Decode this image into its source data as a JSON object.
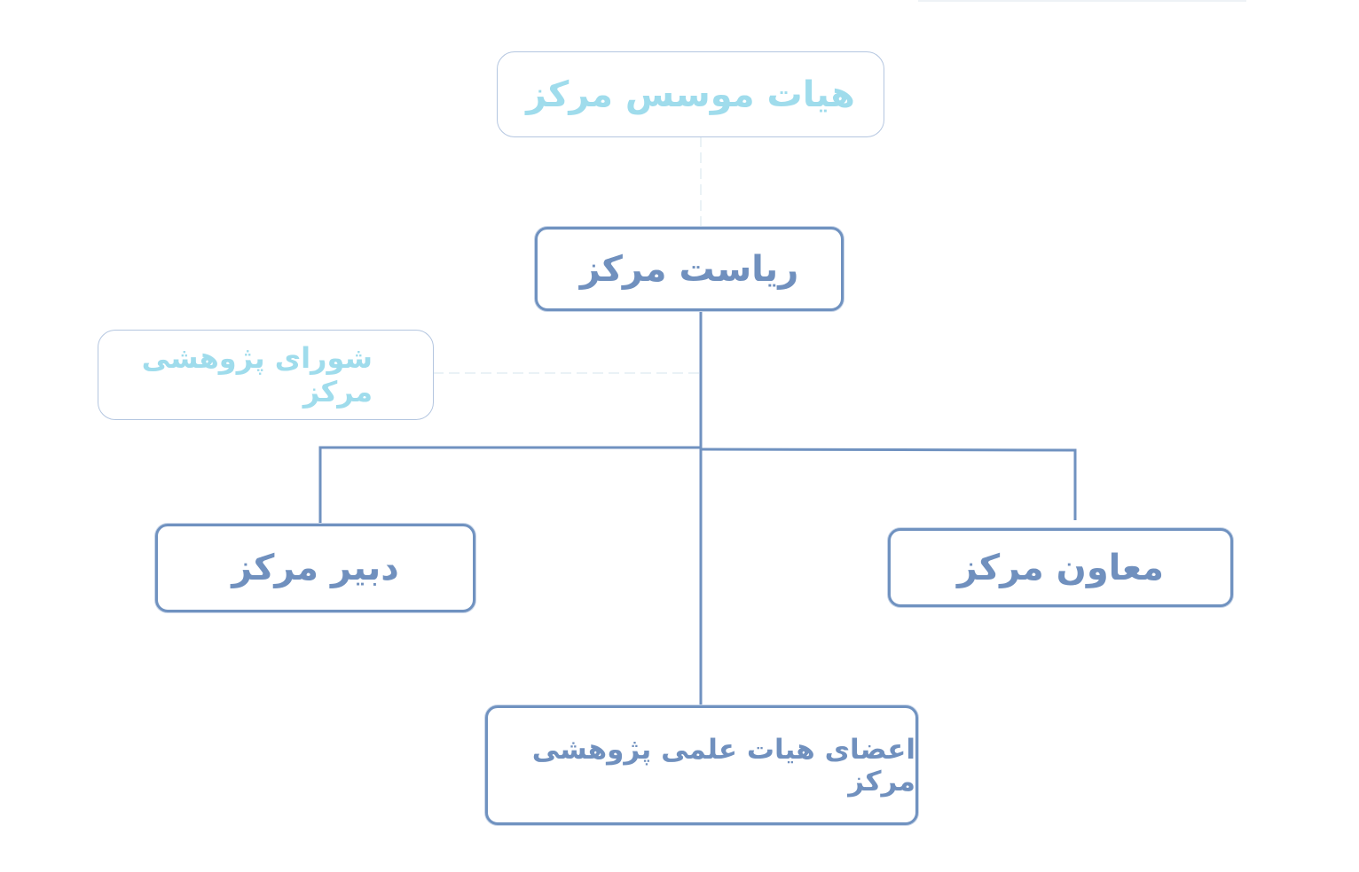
{
  "chart": {
    "founders": "هیات موسس مرکز",
    "president": "ریاست مرکز",
    "research_council": "شورای پژوهشی مرکز",
    "secretary": "دبیر مرکز",
    "deputy": "معاون مرکز",
    "faculty_members": "اعضای هیات علمی پژوهشی مرکز"
  },
  "colors": {
    "strong_border": "#7092c0",
    "strong_text": "#7090be",
    "light_text": "#9fdcec",
    "light_border": "#b4c6e0"
  }
}
